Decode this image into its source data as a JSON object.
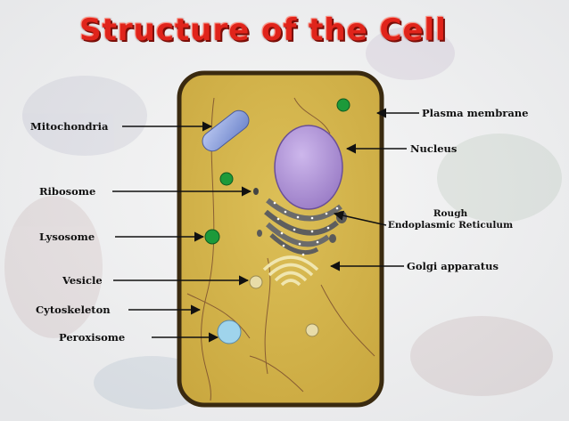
{
  "title": "Structure of the Cell",
  "labels": {
    "mitochondria": "Mitochondria",
    "ribosome": "Ribosome",
    "lysosome": "Lysosome",
    "vesicle": "Vesicle",
    "cytoskeleton": "Cytoskeleton",
    "peroxisome": "Peroxisome",
    "plasma_membrane": "Plasma membrane",
    "nucleus": "Nucleus",
    "rough_er_line1": "Rough",
    "rough_er_line2": "Endoplasmic Reticulum",
    "golgi": "Golgi apparatus"
  },
  "colors": {
    "title": "#e0241b",
    "cell_fill": "#d4b44b",
    "cell_border": "#3a2a10",
    "nucleus": "#b59ad8",
    "mitochondria": "#8fa3dc",
    "green_organelle": "#1c9a3a",
    "peroxisome": "#9fd4ec",
    "vesicle": "#e8dca8",
    "golgi": "#f0e6b0",
    "er": "#6b6b6b"
  }
}
